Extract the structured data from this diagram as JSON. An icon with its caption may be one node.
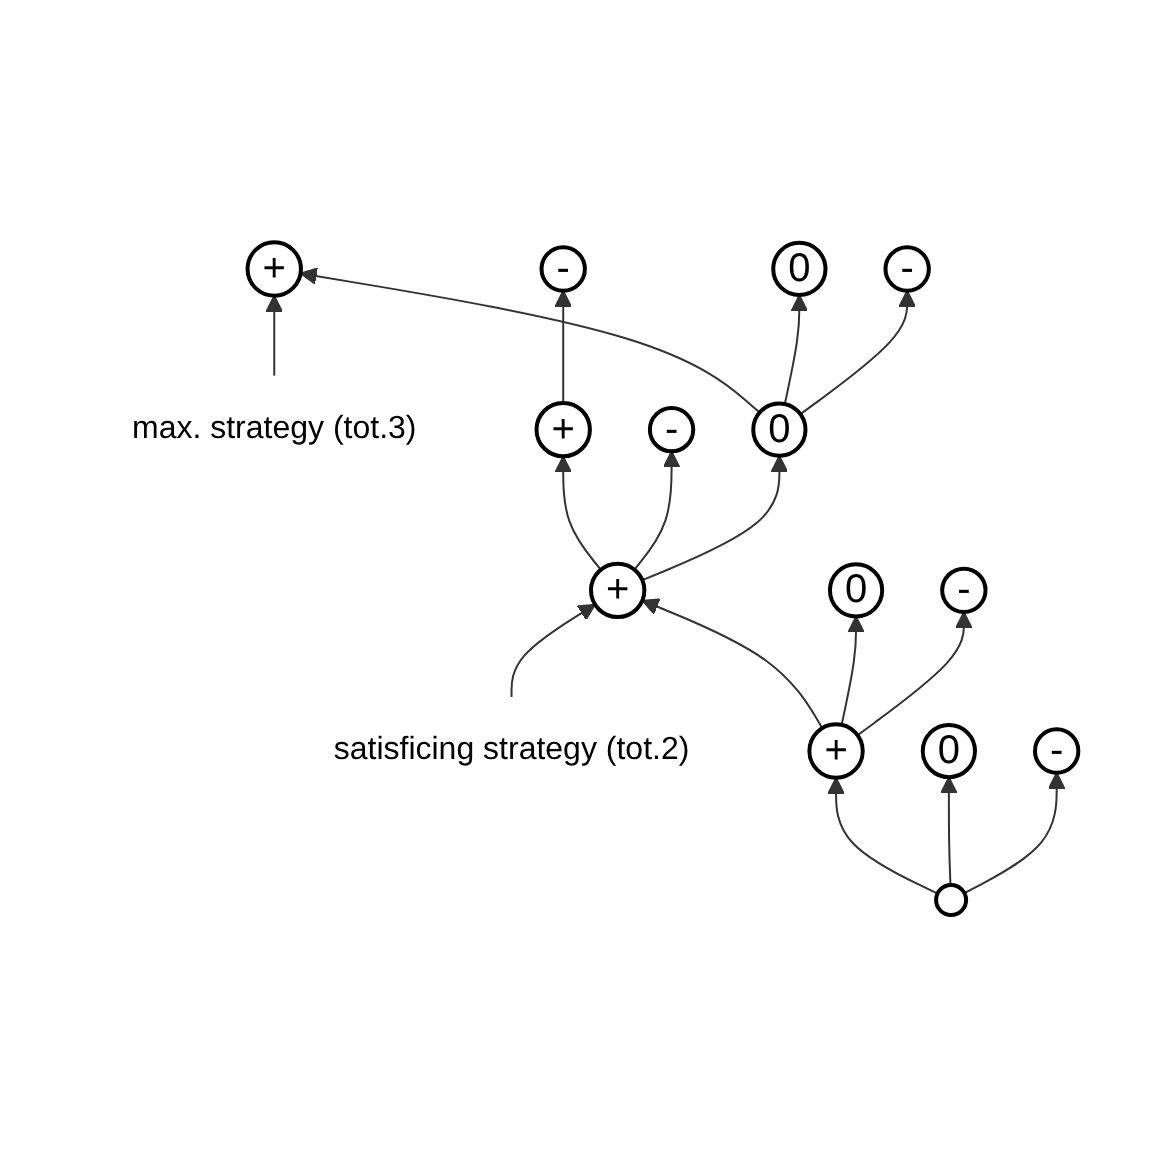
{
  "diagram": {
    "nodes": [
      {
        "text": [
          "max. strategy (tot.3)"
        ]
      },
      {
        "text": [
          "+"
        ]
      },
      {
        "text": [
          "0"
        ]
      },
      {
        "text": [
          "-"
        ]
      },
      {
        "text": [
          "-"
        ]
      },
      {
        "text": [
          "+"
        ]
      },
      {
        "text": [
          "-"
        ]
      },
      {
        "text": [
          "0"
        ]
      },
      {
        "text": [
          "+"
        ]
      },
      {
        "text": [
          "0"
        ]
      },
      {
        "text": [
          "-"
        ]
      },
      {
        "text": [
          "satisficing strategy (tot.2)"
        ]
      },
      {
        "text": [
          "+"
        ]
      },
      {
        "text": [
          "0"
        ]
      },
      {
        "text": [
          "-"
        ]
      },
      {
        "text": [],
        "shape": "circle"
      }
    ],
    "edges": [
      {
        "from": 15,
        "to": 12,
        "arrow": "to"
      },
      {
        "from": 15,
        "to": 13,
        "arrow": "to"
      },
      {
        "from": 15,
        "to": 14,
        "arrow": "to"
      },
      {
        "from": 12,
        "to": 8,
        "arrow": "to"
      },
      {
        "from": 12,
        "to": 9,
        "arrow": "to"
      },
      {
        "from": 12,
        "to": 10,
        "arrow": "to"
      },
      {
        "from": 8,
        "to": 5,
        "arrow": "to"
      },
      {
        "from": 8,
        "to": 6,
        "arrow": "to"
      },
      {
        "from": 8,
        "to": 7,
        "arrow": "to"
      },
      {
        "from": 5,
        "to": 4,
        "arrow": "to"
      },
      {
        "from": 7,
        "to": 1,
        "arrow": "to"
      },
      {
        "from": 7,
        "to": 2,
        "arrow": "to"
      },
      {
        "from": 7,
        "to": 3,
        "arrow": "to"
      },
      {
        "from": 0,
        "to": 1,
        "arrow": "to"
      },
      {
        "from": 11,
        "to": 8,
        "arrow": "to"
      }
    ]
  }
}
